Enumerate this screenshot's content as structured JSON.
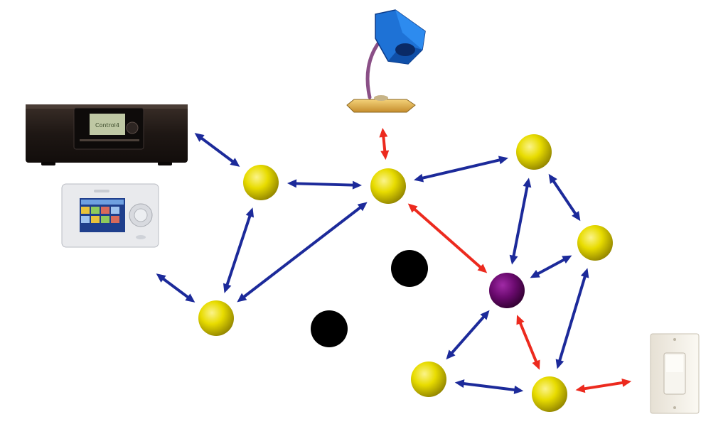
{
  "diagram": {
    "type": "mesh-network",
    "colors": {
      "node_yellow": "#e8dc00",
      "node_purple": "#6a0a6e",
      "node_black": "#000000",
      "link_blue": "#1c2a9a",
      "link_red": "#ec2a1e"
    },
    "devices": [
      {
        "id": "controller",
        "icon": "controller-box-icon",
        "brand_text": "Control4"
      },
      {
        "id": "touchpanel",
        "icon": "touch-panel-icon"
      },
      {
        "id": "lamp",
        "icon": "desk-lamp-icon"
      },
      {
        "id": "switch",
        "icon": "wall-switch-icon"
      }
    ],
    "nodes": [
      {
        "id": "n1",
        "kind": "yellow"
      },
      {
        "id": "n2",
        "kind": "yellow"
      },
      {
        "id": "n3",
        "kind": "yellow"
      },
      {
        "id": "n4",
        "kind": "yellow"
      },
      {
        "id": "n5",
        "kind": "yellow"
      },
      {
        "id": "n6",
        "kind": "purple"
      },
      {
        "id": "n7",
        "kind": "yellow"
      },
      {
        "id": "n8",
        "kind": "yellow"
      },
      {
        "id": "b1",
        "kind": "black"
      },
      {
        "id": "b2",
        "kind": "black"
      }
    ],
    "links": [
      {
        "from": "controller",
        "to": "n1",
        "color": "blue"
      },
      {
        "from": "n1",
        "to": "n2",
        "color": "blue"
      },
      {
        "from": "n1",
        "to": "n3",
        "color": "blue"
      },
      {
        "from": "touchpanel",
        "to": "n3",
        "color": "blue"
      },
      {
        "from": "n3",
        "to": "n2",
        "color": "blue"
      },
      {
        "from": "lamp",
        "to": "n2",
        "color": "red"
      },
      {
        "from": "n2",
        "to": "n4",
        "color": "blue"
      },
      {
        "from": "n2",
        "to": "n6",
        "color": "red"
      },
      {
        "from": "n4",
        "to": "n5",
        "color": "blue"
      },
      {
        "from": "n4",
        "to": "n6",
        "color": "blue"
      },
      {
        "from": "n5",
        "to": "n6",
        "color": "blue"
      },
      {
        "from": "n5",
        "to": "n8",
        "color": "blue"
      },
      {
        "from": "n6",
        "to": "n7",
        "color": "blue"
      },
      {
        "from": "n6",
        "to": "n8",
        "color": "red"
      },
      {
        "from": "n7",
        "to": "n8",
        "color": "blue"
      },
      {
        "from": "n8",
        "to": "switch",
        "color": "red"
      }
    ]
  }
}
